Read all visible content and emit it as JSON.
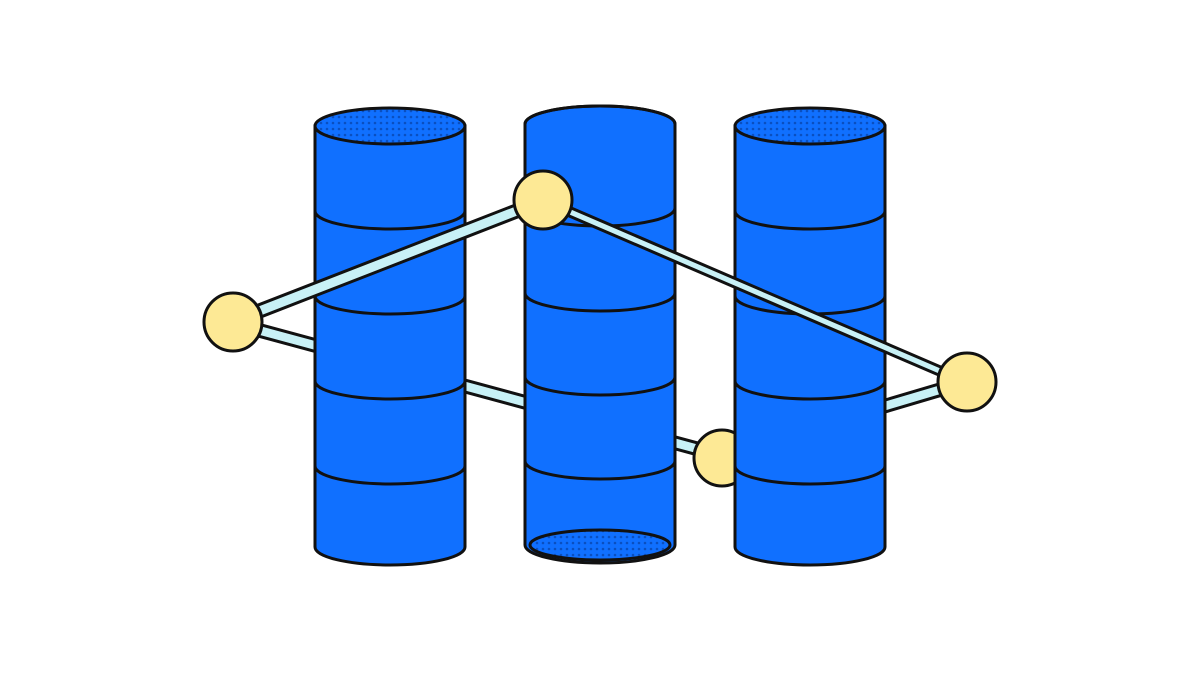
{
  "illustration": {
    "subject": "three-database-cylinders-linked-by-node-network",
    "colors": {
      "background": "#ffffff",
      "cylinder_fill": "#1070ff",
      "cylinder_dots": "#0a4fc0",
      "outline": "#111111",
      "node_fill": "#fde995",
      "link_fill": "#c8f1f6"
    },
    "cylinders": [
      {
        "name": "database-cylinder-left",
        "top_open": true,
        "bottom_open": false
      },
      {
        "name": "database-cylinder-middle",
        "top_open": false,
        "bottom_open": true
      },
      {
        "name": "database-cylinder-right",
        "top_open": true,
        "bottom_open": false
      }
    ]
  }
}
